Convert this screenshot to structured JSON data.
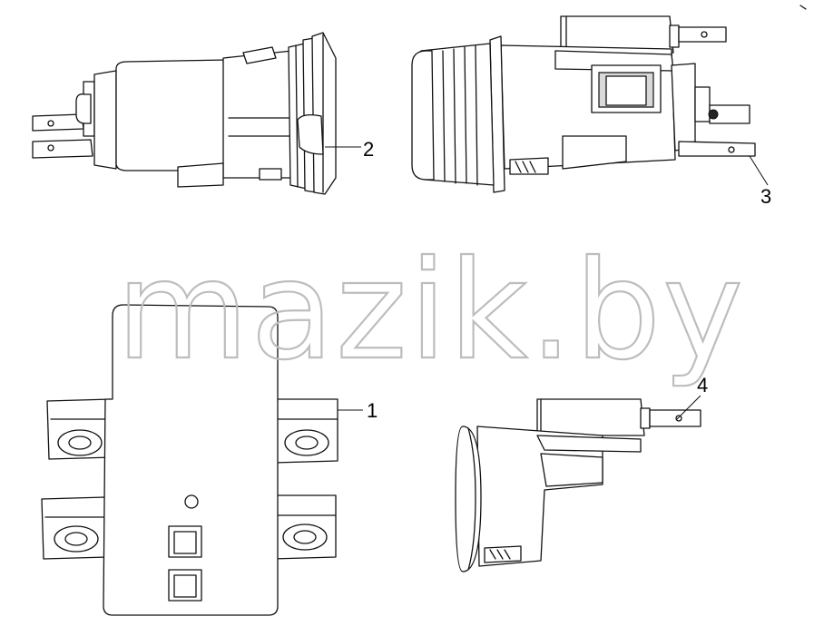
{
  "watermark": "mazik.by",
  "callouts": [
    {
      "id": "part-1",
      "label": "1"
    },
    {
      "id": "part-2",
      "label": "2"
    },
    {
      "id": "part-3",
      "label": "3"
    },
    {
      "id": "part-4",
      "label": "4"
    }
  ]
}
